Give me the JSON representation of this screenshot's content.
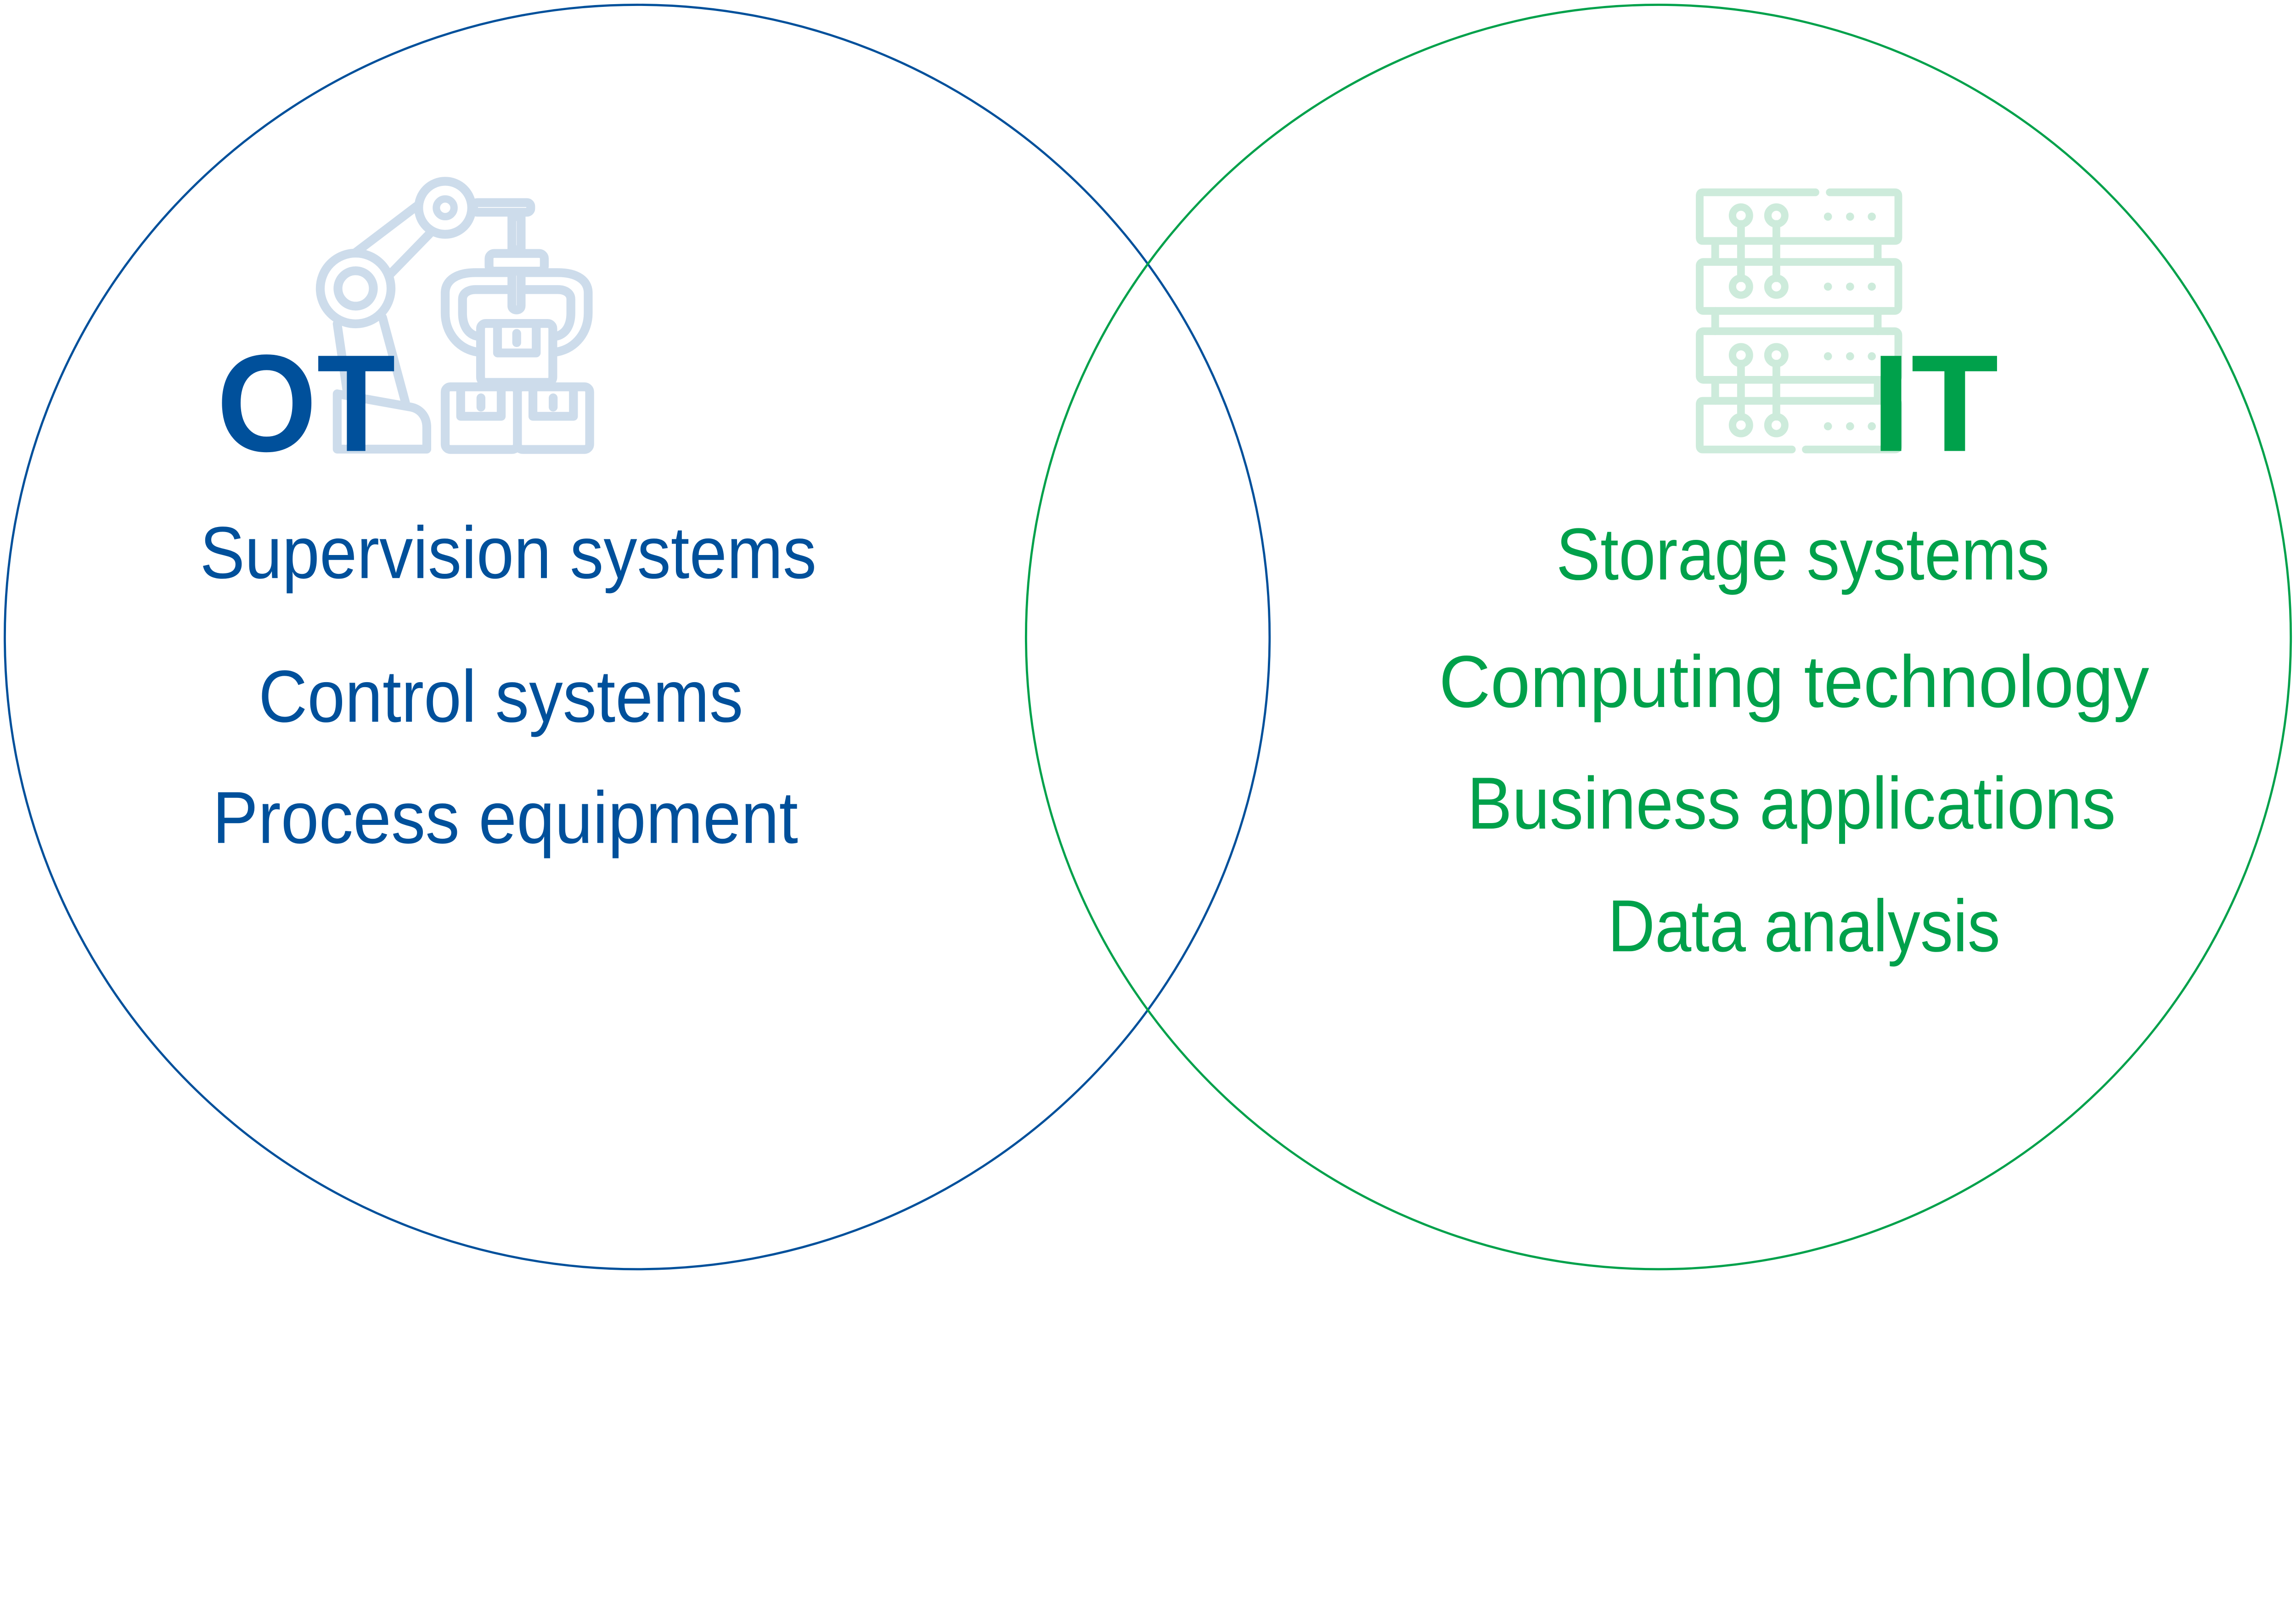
{
  "colors": {
    "ot_primary": "#00509b",
    "ot_icon": "#cddceb",
    "it_primary": "#00a14b",
    "it_icon": "#cdebdb"
  },
  "ot": {
    "title": "OT",
    "icon": "robot-arm-icon",
    "items": [
      "Supervision systems",
      "Control systems",
      "Process equipment"
    ]
  },
  "it": {
    "title": "IT",
    "icon": "server-rack-icon",
    "items": [
      "Storage systems",
      "Computing technology",
      "Business applications",
      "Data analysis"
    ]
  }
}
